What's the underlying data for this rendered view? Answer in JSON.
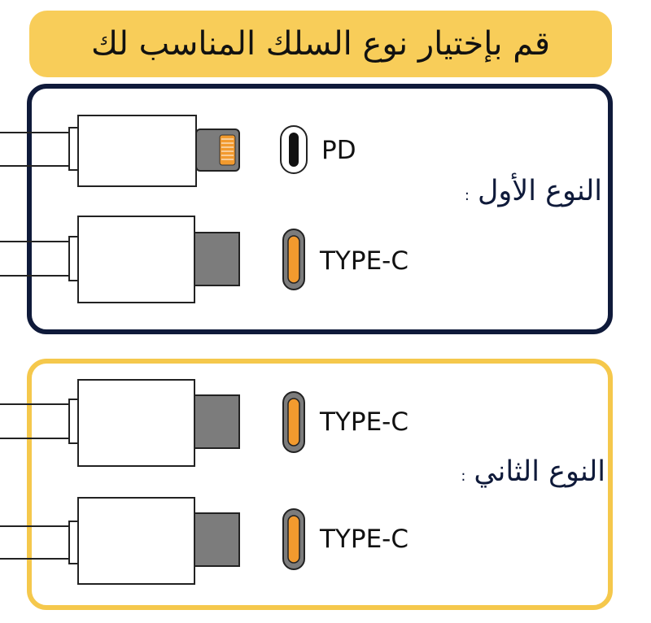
{
  "title": "قم بإختيار نوع السلك المناسب لك",
  "colors": {
    "accent_yellow": "#f8cd59",
    "panel_one_border": "#0f1a3a",
    "panel_two_border": "#f5c84c",
    "label_text": "#0f1a3a",
    "port_fill": "#f29a2e",
    "plug_grey": "#7c7c7c"
  },
  "groups": [
    {
      "label": "النوع الأول",
      "colon": ":",
      "cables": [
        {
          "connector_label": "PD",
          "plug_icon": "lightning-plug-icon",
          "port_icon": "pd-port-icon"
        },
        {
          "connector_label": "TYPE-C",
          "plug_icon": "usb-c-plug-icon",
          "port_icon": "usb-c-port-icon"
        }
      ]
    },
    {
      "label": "النوع الثاني",
      "colon": ":",
      "cables": [
        {
          "connector_label": "TYPE-C",
          "plug_icon": "usb-c-plug-icon",
          "port_icon": "usb-c-port-icon"
        },
        {
          "connector_label": "TYPE-C",
          "plug_icon": "usb-c-plug-icon",
          "port_icon": "usb-c-port-icon"
        }
      ]
    }
  ]
}
